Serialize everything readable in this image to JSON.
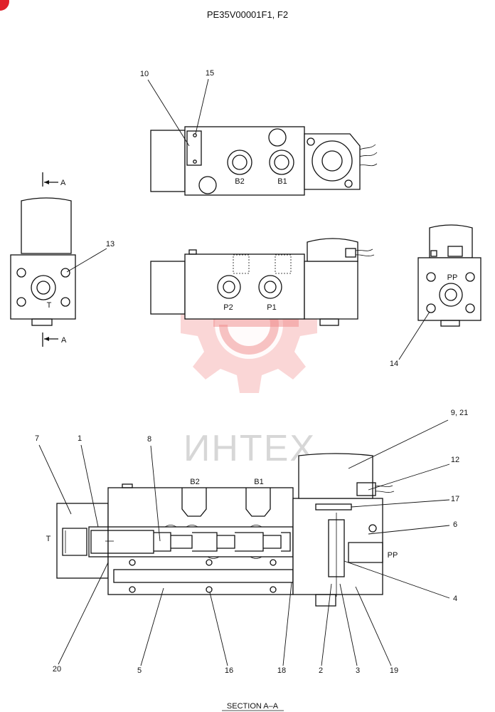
{
  "title": "PE35V00001F1, F2",
  "section_caption": "SECTION  A–A",
  "watermark_text": "ИНТЕХ",
  "colors": {
    "watermark": "#f08a8a",
    "corner_mark": "#e0202a",
    "line": "#111111"
  },
  "section_markers": {
    "top": "A",
    "bottom": "A"
  },
  "port_labels": {
    "b2": "B2",
    "b1": "B1",
    "t": "T",
    "p2": "P2",
    "p1": "P1",
    "pp": "PP",
    "section_b2": "B2",
    "section_b1": "B1",
    "section_t": "T",
    "section_pp": "PP"
  },
  "callouts": {
    "c10": "10",
    "c15": "15",
    "c13": "13",
    "c14": "14",
    "c7": "7",
    "c1": "1",
    "c8": "8",
    "c9_21": "9, 21",
    "c12": "12",
    "c17": "17",
    "c6": "6",
    "c4": "4",
    "c20": "20",
    "c5": "5",
    "c16": "16",
    "c18": "18",
    "c2": "2",
    "c3": "3",
    "c19": "19"
  }
}
